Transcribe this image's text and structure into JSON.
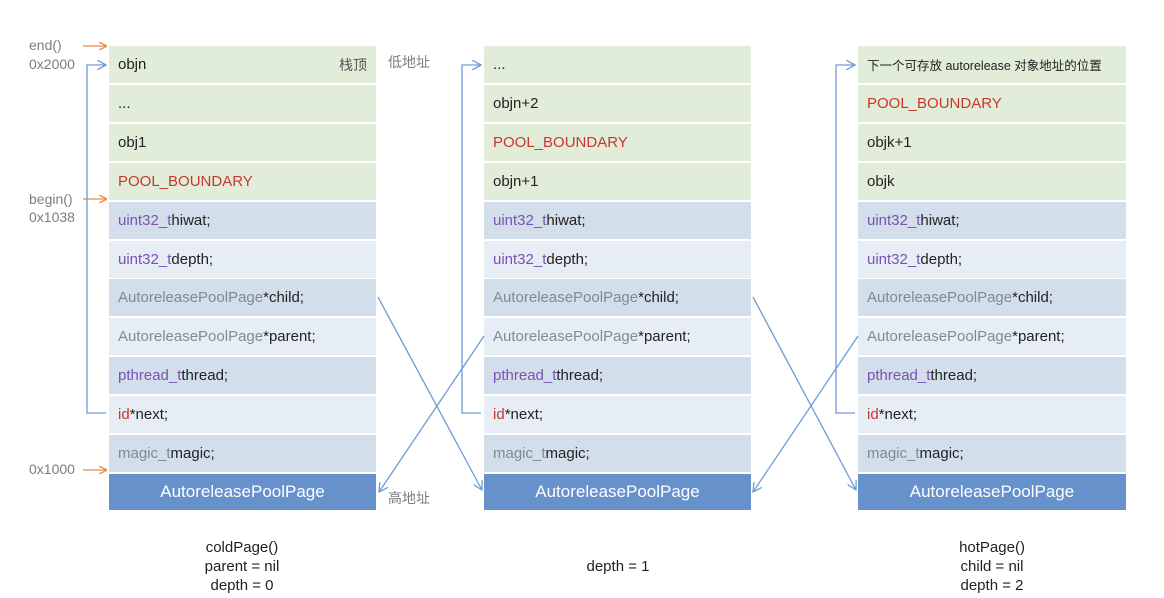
{
  "side_labels": {
    "end": "end()",
    "addr_2000": "0x2000",
    "begin": "begin()",
    "addr_1038": "0x1038",
    "addr_1000": "0x1000"
  },
  "address_labels": {
    "low": "低地址",
    "high": "高地址"
  },
  "pages": [
    {
      "rows": [
        {
          "text": "objn",
          "note": "栈顶"
        },
        {
          "text": "..."
        },
        {
          "text": "obj1"
        },
        {
          "text": "POOL_BOUNDARY"
        },
        {
          "type": "uint32_t",
          "name": "hiwat;"
        },
        {
          "type": "uint32_t",
          "name": "depth;"
        },
        {
          "type": "AutoreleasePoolPage",
          "name": "*child;"
        },
        {
          "type": "AutoreleasePoolPage",
          "name": "*parent;"
        },
        {
          "type": "pthread_t",
          "name": "thread;"
        },
        {
          "type": "id",
          "name": "*next;"
        },
        {
          "type": "magic_t",
          "name": "magic;"
        }
      ],
      "footer": "AutoreleasePoolPage",
      "caption": [
        "coldPage()",
        "parent = nil",
        "depth = 0"
      ]
    },
    {
      "rows": [
        {
          "text": "..."
        },
        {
          "text": "objn+2"
        },
        {
          "text": "POOL_BOUNDARY"
        },
        {
          "text": "objn+1"
        },
        {
          "type": "uint32_t",
          "name": "hiwat;"
        },
        {
          "type": "uint32_t",
          "name": "depth;"
        },
        {
          "type": "AutoreleasePoolPage",
          "name": "*child;"
        },
        {
          "type": "AutoreleasePoolPage",
          "name": "*parent;"
        },
        {
          "type": "pthread_t",
          "name": "thread;"
        },
        {
          "type": "id",
          "name": "*next;"
        },
        {
          "type": "magic_t",
          "name": "magic;"
        }
      ],
      "footer": "AutoreleasePoolPage",
      "caption": [
        "depth = 1"
      ]
    },
    {
      "rows": [
        {
          "text": "下一个可存放 autorelease 对象地址的位置"
        },
        {
          "text": "POOL_BOUNDARY"
        },
        {
          "text": "objk+1"
        },
        {
          "text": "objk"
        },
        {
          "type": "uint32_t",
          "name": "hiwat;"
        },
        {
          "type": "uint32_t",
          "name": "depth;"
        },
        {
          "type": "AutoreleasePoolPage",
          "name": "*child;"
        },
        {
          "type": "AutoreleasePoolPage",
          "name": "*parent;"
        },
        {
          "type": "pthread_t",
          "name": "thread;"
        },
        {
          "type": "id",
          "name": "*next;"
        },
        {
          "type": "magic_t",
          "name": "magic;"
        }
      ],
      "footer": "AutoreleasePoolPage",
      "caption": [
        "hotPage()",
        "child = nil",
        "depth = 2"
      ]
    }
  ],
  "colors": {
    "object_row": "#e2edd9",
    "struct_row_dark": "#d3deeb",
    "struct_row_light": "#e7edf5",
    "footer": "#6691cb",
    "purple_type": "#7a52b3",
    "red_keyword": "#c8372d",
    "gray_type": "#808a96",
    "orange_arrow": "#ec8a45",
    "blue_arrow": "#6d9bd4"
  }
}
